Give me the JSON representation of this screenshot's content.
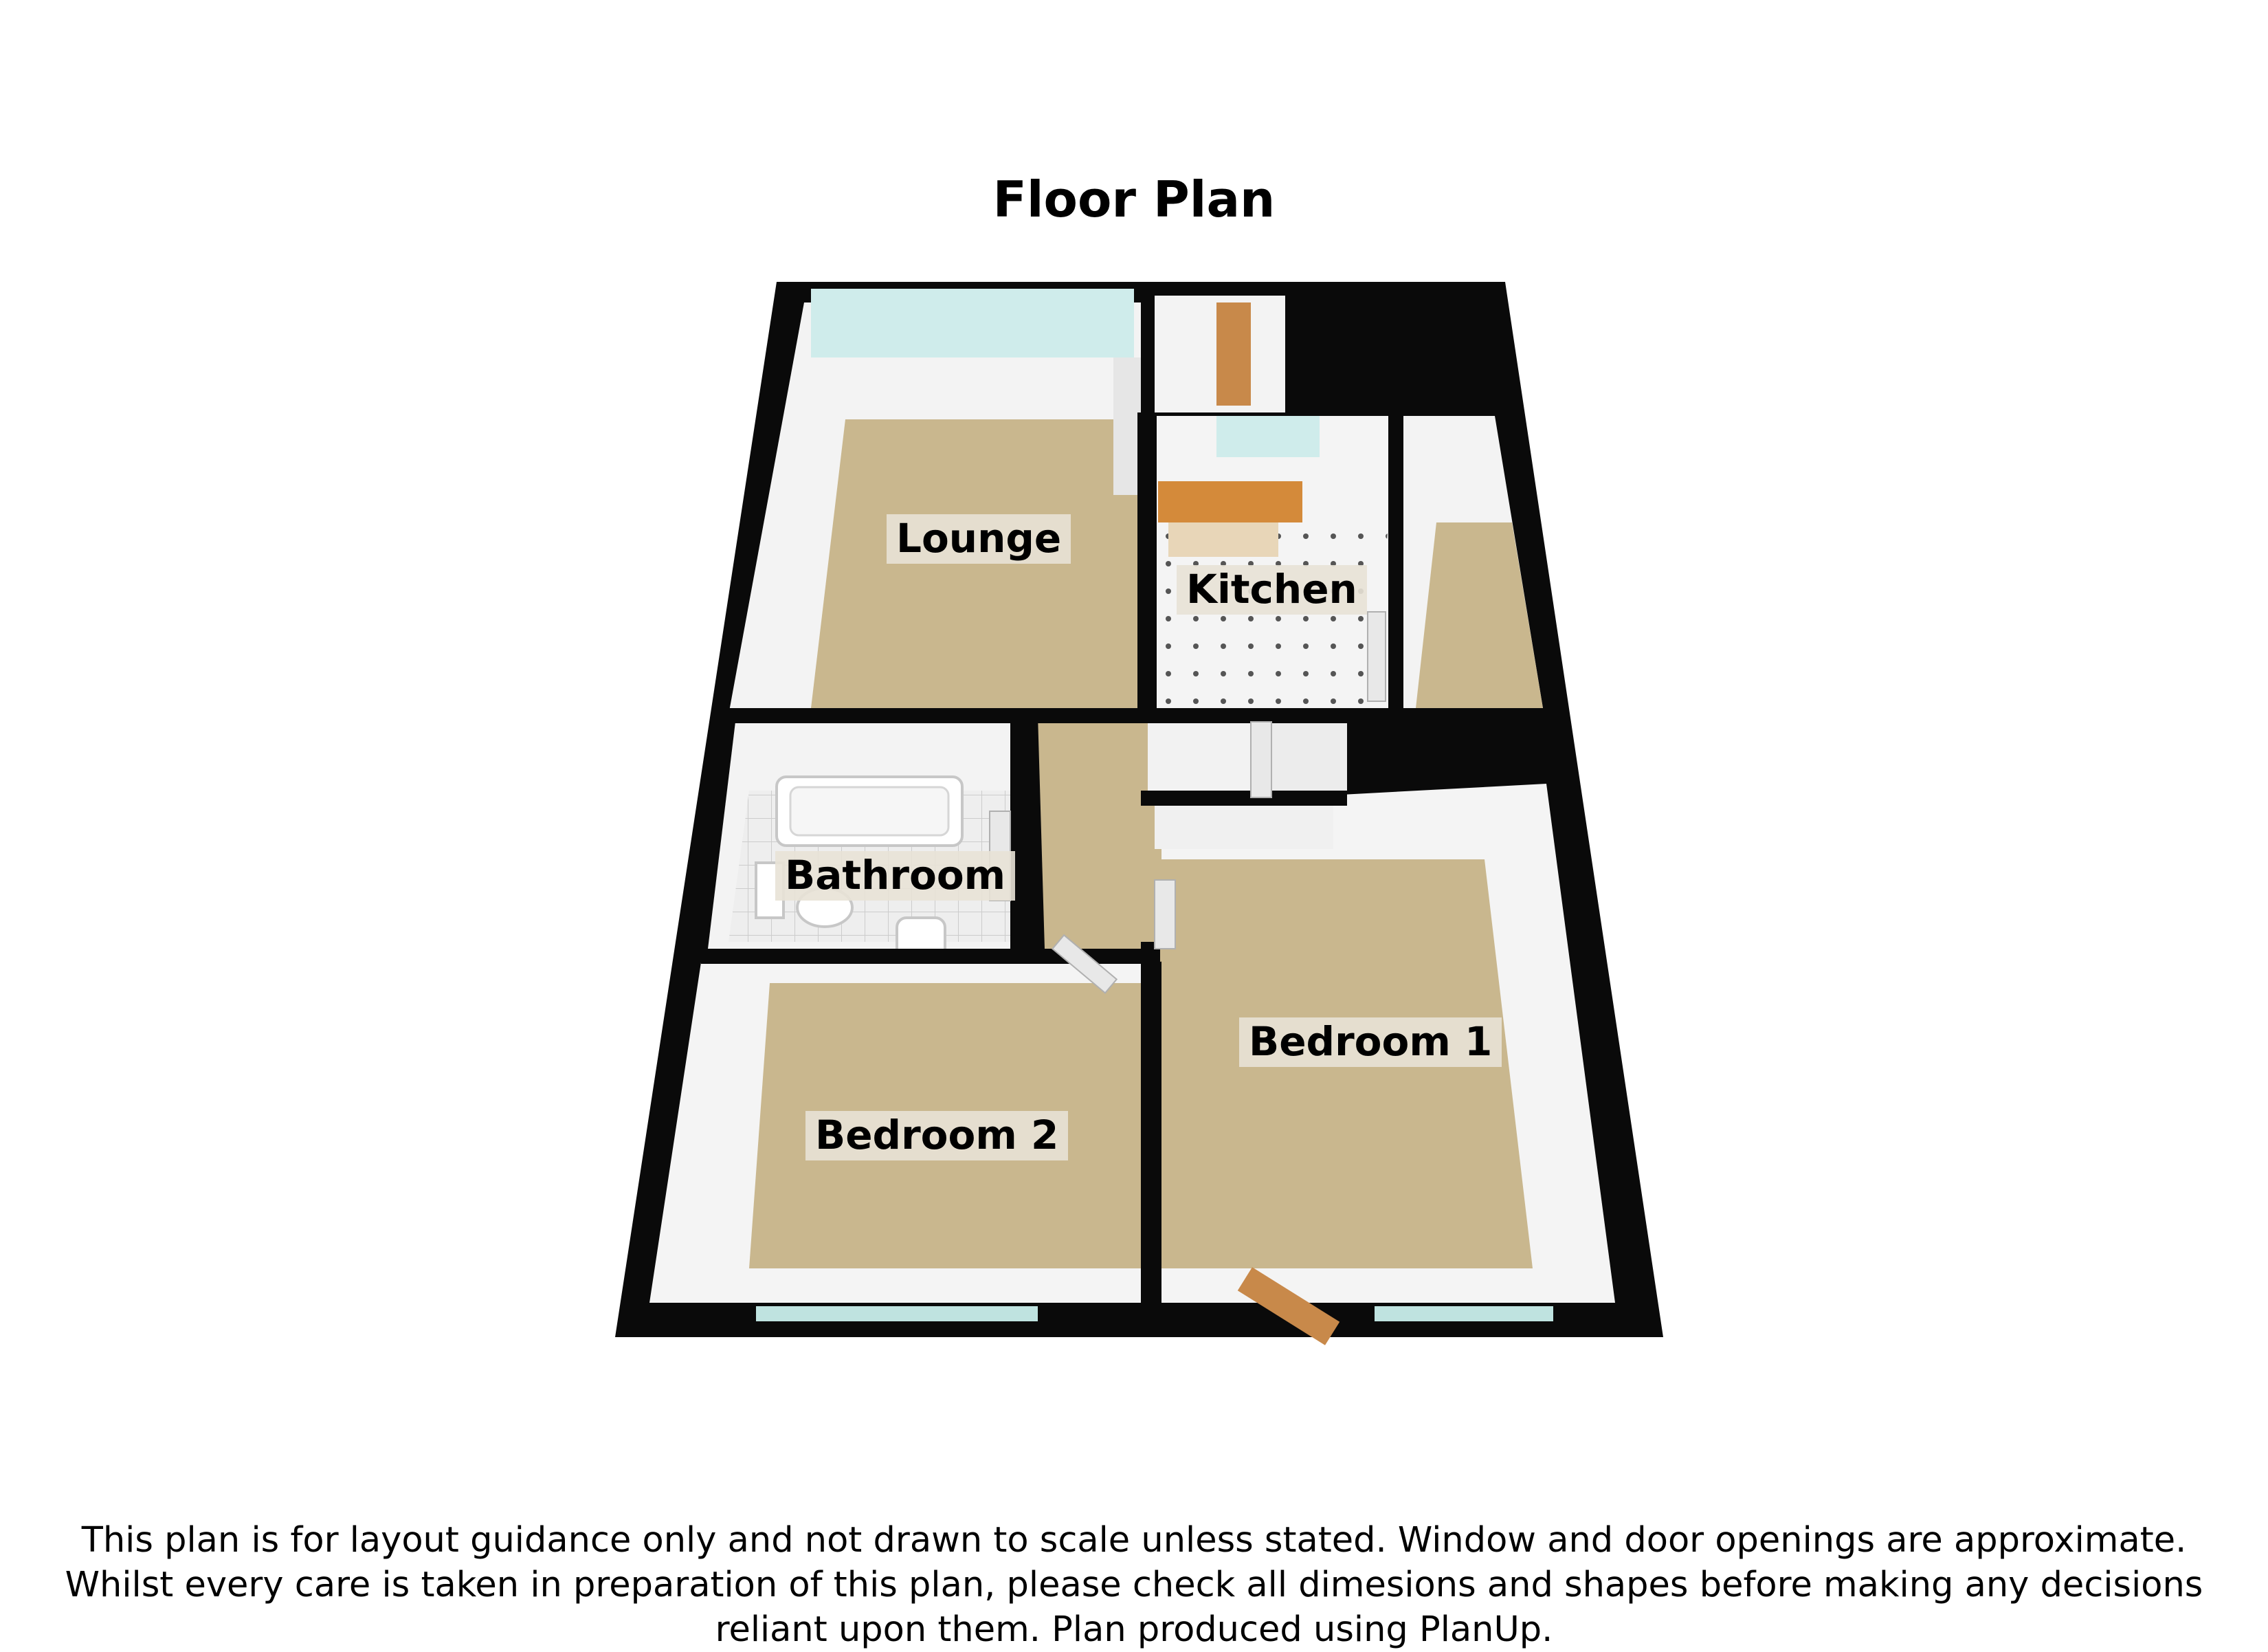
{
  "title": "Floor Plan",
  "rooms": {
    "lounge": "Lounge",
    "kitchen": "Kitchen",
    "bathroom": "Bathroom",
    "bedroom1": "Bedroom 1",
    "bedroom2": "Bedroom 2"
  },
  "disclaimer": "This plan is for layout guidance only and not drawn to scale unless stated. Window and door openings are approximate. Whilst every care is taken in preparation of this plan, please check all dimesions and shapes before making any decisions reliant upon them. Plan produced using PlanUp.",
  "colors": {
    "wall": "#0a0a0a",
    "carpet": "#c9b78e",
    "inner_wall": "#f2f2f2",
    "window": "#bfe3e0",
    "door": "#c8894a"
  }
}
